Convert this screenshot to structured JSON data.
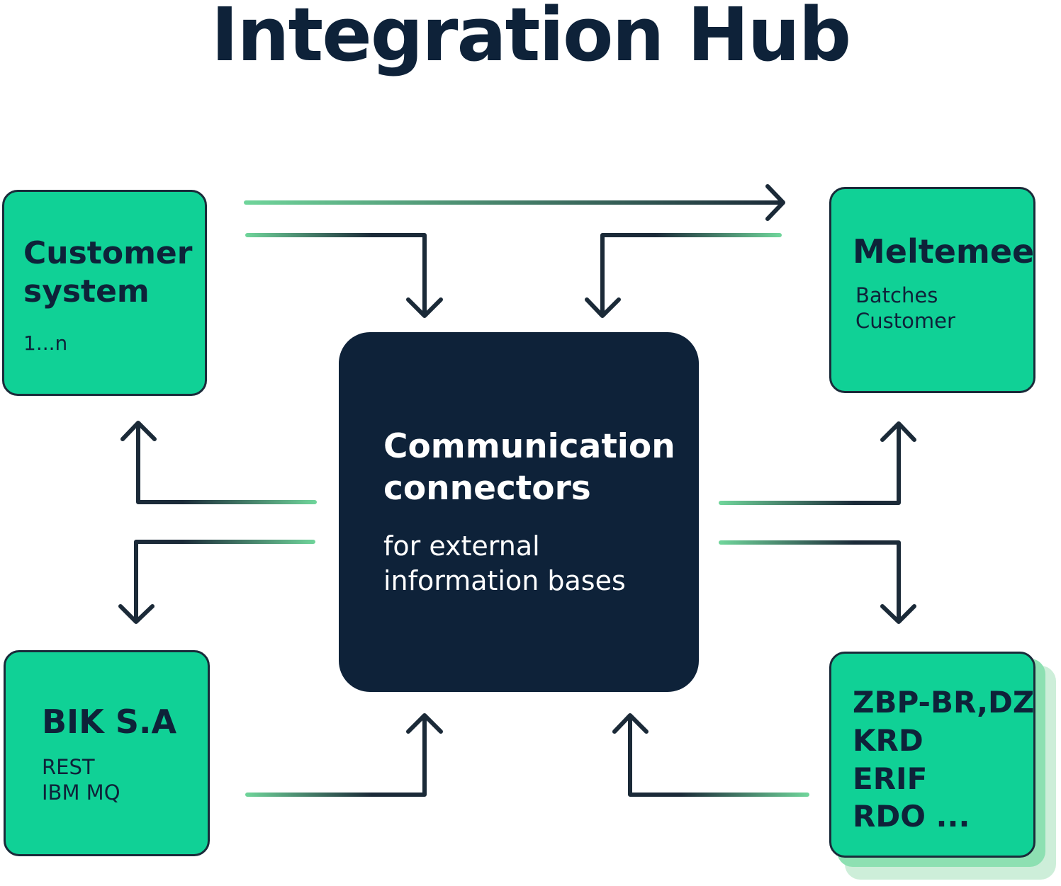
{
  "title": "Integration Hub",
  "colors": {
    "box_fill": "#10d196",
    "box_border": "#1a2b3a",
    "hub_fill": "#0e2239",
    "arrow_light": "#6fd49a",
    "arrow_dark": "#1b2a38",
    "title_text": "#0e2239"
  },
  "nodes": {
    "customer": {
      "title": "Customer system",
      "subtitle": "1...n"
    },
    "meltemee": {
      "title": "Meltemee",
      "lines": [
        "Batches",
        "Customer"
      ]
    },
    "bik": {
      "title": "BIK S.A",
      "lines": [
        "REST",
        "IBM MQ"
      ]
    },
    "registries": {
      "lines": [
        "ZBP-BR,DZ",
        "KRD",
        "ERIF",
        "RDO ..."
      ]
    },
    "hub": {
      "title": "Communication connectors",
      "subtitle": "for external information bases"
    }
  }
}
